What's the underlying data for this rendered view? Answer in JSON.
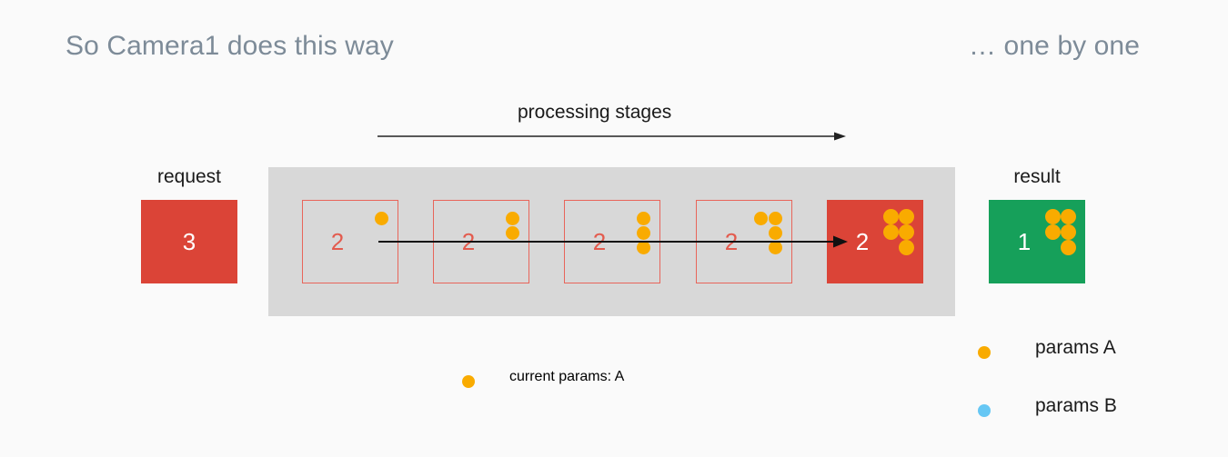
{
  "slide": {
    "background": "#FAFAFA",
    "title_left": "So Camera1 does this way",
    "title_right": "… one by one",
    "title_color": "#7D8B98"
  },
  "axis": {
    "label": "processing stages",
    "direction": "left-to-right"
  },
  "request": {
    "caption": "request",
    "value": "3",
    "color": "#DB4437"
  },
  "result": {
    "caption": "result",
    "value": "1",
    "color": "#16A05A",
    "dots": 5,
    "dot_color": "#F9AB00"
  },
  "pipeline": {
    "band_color": "#D8D8D8",
    "stage_border": "#E8655A",
    "stages": [
      {
        "value": "2",
        "dots": 1,
        "dot_color": "#F9AB00",
        "filled": false
      },
      {
        "value": "2",
        "dots": 2,
        "dot_color": "#F9AB00",
        "filled": false
      },
      {
        "value": "2",
        "dots": 3,
        "dot_color": "#F9AB00",
        "filled": false
      },
      {
        "value": "2",
        "dots": 4,
        "dot_color": "#F9AB00",
        "filled": false
      },
      {
        "value": "2",
        "dots": 5,
        "dot_color": "#F9AB00",
        "filled": true,
        "fill_color": "#DB4437"
      }
    ]
  },
  "caption": {
    "text": "current params: A",
    "dot_color": "#F9AB00"
  },
  "legend": {
    "items": [
      {
        "label": "params A",
        "color": "#F9AB00"
      },
      {
        "label": "params B",
        "color": "#66C7F4"
      }
    ]
  }
}
